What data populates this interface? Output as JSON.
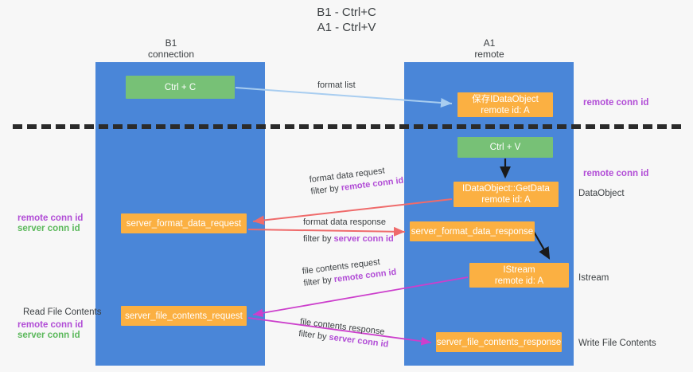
{
  "title": "B1 - Ctrl+C\nA1 - Ctrl+V",
  "lanes": [
    {
      "id": "b1",
      "title": "B1\nconnection",
      "color": "#4a86d8"
    },
    {
      "id": "a1",
      "title": "A1\nremote",
      "color": "#4a86d8"
    }
  ],
  "colors": {
    "lane": "#4a86d8",
    "green_box": "#77c176",
    "orange_box": "#fbb042",
    "remote_conn_id": "#b14cd6",
    "server_conn_id": "#5bb85b",
    "arrow_blue": "#a8cdf0",
    "arrow_red": "#ef6b6b",
    "arrow_magenta": "#cc3fcc",
    "arrow_black": "#1a1a1a",
    "divider": "#2b2b2b",
    "background": "#f7f7f7"
  },
  "boxes": {
    "ctrl_c": "Ctrl + C",
    "save_idataobject": "保存IDataObject\nremote id: A",
    "ctrl_v": "Ctrl + V",
    "getdata": "IDataObject::GetData\nremote id: A",
    "server_format_data_request": "server_format_data_request",
    "server_format_data_response": "server_format_data_response",
    "istream": "IStream\nremote id: A",
    "server_file_contents_request": "server_file_contents_request",
    "server_file_contents_response": "server_file_contents_response"
  },
  "side_labels": {
    "remote_conn_id_top": "remote conn id",
    "remote_conn_id_mid": "remote conn id",
    "dataobject": "DataObject",
    "istream": "Istream",
    "write_file_contents": "Write File Contents",
    "read_file_contents": "Read File Contents",
    "remote_conn_id_left_mid": "remote conn id",
    "server_conn_id_left_mid": "server conn id",
    "remote_conn_id_left_bottom": "remote conn id",
    "server_conn_id_left_bottom": "server conn id"
  },
  "edge_labels": {
    "format_list": "format list",
    "format_data_request_l1": "format data request",
    "format_data_request_l2_prefix": "filter by ",
    "format_data_request_l2_key": "remote conn id",
    "format_data_response_l1": "format data response",
    "format_data_response_l2_prefix": "filter by ",
    "format_data_response_l2_key": "server conn id",
    "file_contents_request_l1": "file contents request",
    "file_contents_request_l2_prefix": "filter by ",
    "file_contents_request_l2_key": "remote conn id",
    "file_contents_response_l1": "file contents response",
    "file_contents_response_l2_prefix": "filter by ",
    "file_contents_response_l2_key": "server conn id"
  }
}
